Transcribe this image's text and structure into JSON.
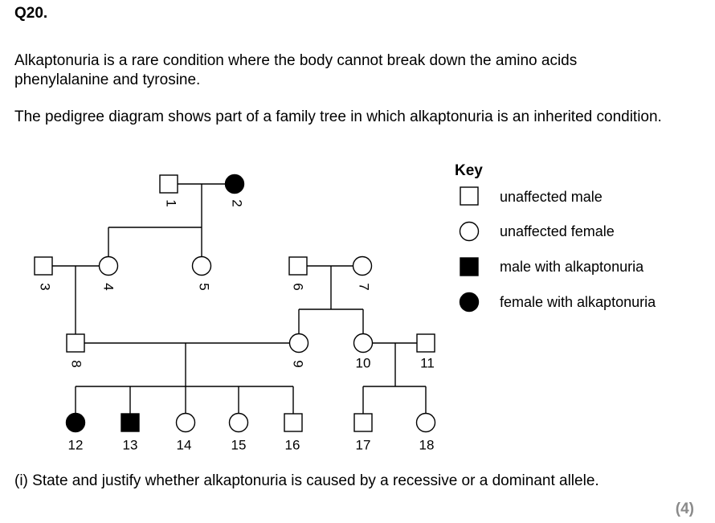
{
  "question": {
    "number": "Q20.",
    "intro_1": "Alkaptonuria is a rare condition where the body cannot break down the amino acids phenylalanine and tyrosine.",
    "intro_2": "The pedigree diagram shows part of a family tree in which alkaptonuria is an inherited condition.",
    "part_i": "(i)  State and justify whether alkaptonuria is caused by a recessive or a dominant allele.",
    "marks": "(4)"
  },
  "key": {
    "title": "Key",
    "items": [
      {
        "shape": "square",
        "filled": false,
        "label": "unaffected male"
      },
      {
        "shape": "circle",
        "filled": false,
        "label": "unaffected female"
      },
      {
        "shape": "square",
        "filled": true,
        "label": "male with alkaptonuria"
      },
      {
        "shape": "circle",
        "filled": true,
        "label": "female with alkaptonuria"
      }
    ]
  },
  "pedigree": {
    "individuals": [
      {
        "id": "1",
        "sex": "male",
        "affected": false
      },
      {
        "id": "2",
        "sex": "female",
        "affected": true
      },
      {
        "id": "3",
        "sex": "male",
        "affected": false
      },
      {
        "id": "4",
        "sex": "female",
        "affected": false
      },
      {
        "id": "5",
        "sex": "female",
        "affected": false
      },
      {
        "id": "6",
        "sex": "male",
        "affected": false
      },
      {
        "id": "7",
        "sex": "female",
        "affected": false
      },
      {
        "id": "8",
        "sex": "male",
        "affected": false
      },
      {
        "id": "9",
        "sex": "female",
        "affected": false
      },
      {
        "id": "10",
        "sex": "female",
        "affected": false
      },
      {
        "id": "11",
        "sex": "male",
        "affected": false
      },
      {
        "id": "12",
        "sex": "female",
        "affected": true
      },
      {
        "id": "13",
        "sex": "male",
        "affected": true
      },
      {
        "id": "14",
        "sex": "female",
        "affected": false
      },
      {
        "id": "15",
        "sex": "female",
        "affected": false
      },
      {
        "id": "16",
        "sex": "male",
        "affected": false
      },
      {
        "id": "17",
        "sex": "male",
        "affected": false
      },
      {
        "id": "18",
        "sex": "female",
        "affected": false
      }
    ]
  }
}
